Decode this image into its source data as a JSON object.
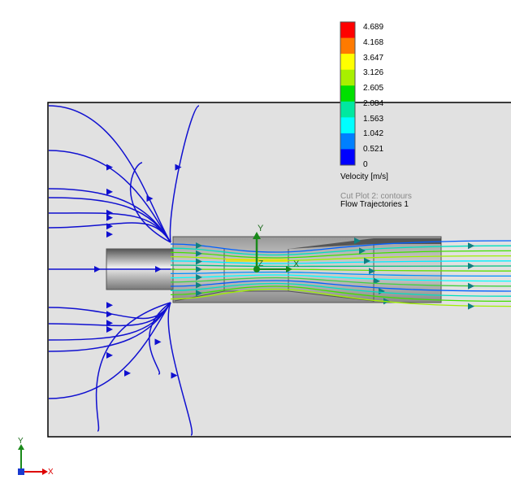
{
  "legend": {
    "title": "Velocity [m/s]",
    "ticks": [
      "4.689",
      "4.168",
      "3.647",
      "3.126",
      "2.605",
      "2.084",
      "1.563",
      "1.042",
      "0.521",
      "0"
    ],
    "colors": [
      "#ff0000",
      "#ff7a00",
      "#ffff00",
      "#a8f000",
      "#00e000",
      "#00e8a0",
      "#00ffff",
      "#0080ff",
      "#0000ff"
    ]
  },
  "plots": [
    "Cut Plot 2: contours",
    "Flow Trajectories 1"
  ],
  "axes": {
    "x": "X",
    "y": "Y",
    "z": "Z"
  },
  "triad": {
    "x": "X",
    "y": "Y"
  }
}
